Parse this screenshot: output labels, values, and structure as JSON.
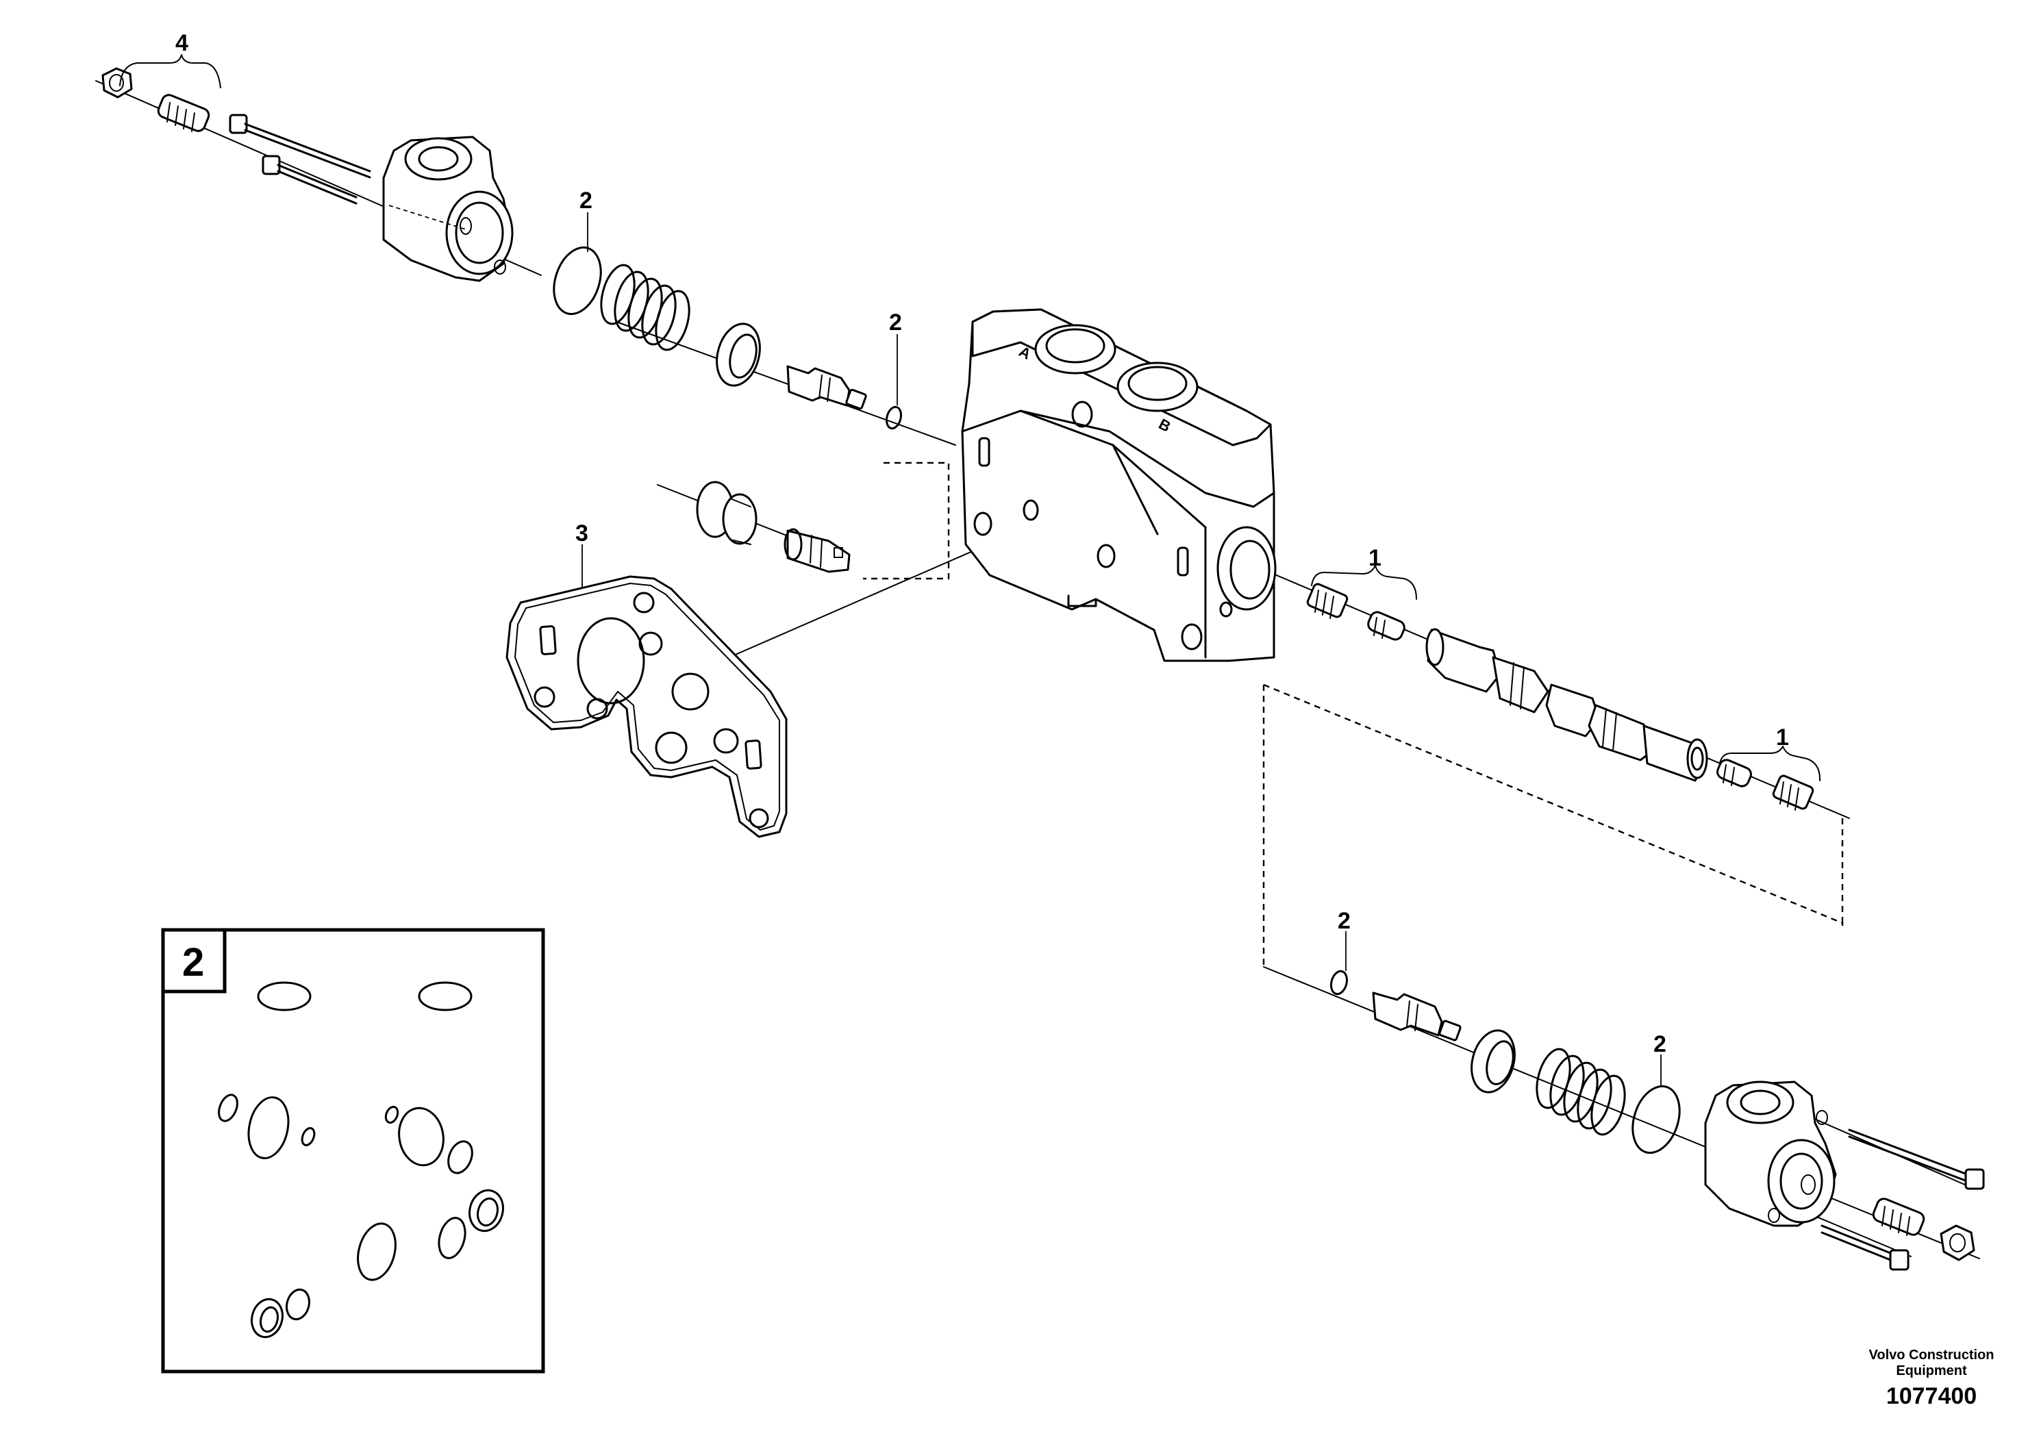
{
  "callouts": {
    "c4": "4",
    "c2_top": "2",
    "c2_mid": "2",
    "c3": "3",
    "c1_a": "1",
    "c1_b": "1",
    "c2_low": "2",
    "c2_right": "2"
  },
  "ports": {
    "a": "A",
    "b": "B"
  },
  "seal_kit": {
    "number": "2"
  },
  "footer": {
    "company_line1": "Volvo Construction",
    "company_line2": "Equipment",
    "drawing_number": "1077400"
  }
}
